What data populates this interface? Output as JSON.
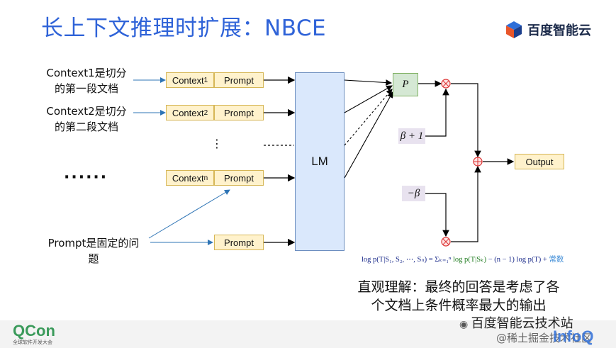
{
  "title": "长上下文推理时扩展：NBCE",
  "brand": {
    "name": "百度智能云"
  },
  "inputs": [
    {
      "label_line1": "Context1是切分",
      "label_line2": "的第一段文档",
      "context": "Context",
      "sub": "1",
      "prompt": "Prompt"
    },
    {
      "label_line1": "Context2是切分",
      "label_line2": "的第二段文档",
      "context": "Context",
      "sub": "2",
      "prompt": "Prompt"
    },
    {
      "context": "Context",
      "sub": "n",
      "prompt": "Prompt"
    }
  ],
  "vertical_dots": "⋮",
  "ellipsis": "······",
  "prompt_only": {
    "label_line1": "Prompt是固定的问",
    "label_line2": "题",
    "prompt": "Prompt"
  },
  "lm_label": "LM",
  "p_label": "P",
  "coef_top": "β + 1",
  "coef_bottom": "−β",
  "output_label": "Output",
  "formula": {
    "lhs": "log p(T|S₁, S₂, ⋯, Sₙ) = ",
    "sum": "Σₖ₌₁ⁿ",
    "term1": " log p(T|Sₖ)",
    "term2": " − (n − 1) log p(T) + ",
    "const": "常数"
  },
  "explanation_line1": "直观理解：最终的回答是考虑了各",
  "explanation_line2": "个文档上条件概率最大的输出",
  "footer": {
    "qcon": "QCon",
    "qcon_sub": "全球软件开发大会",
    "watermark1": "百度智能云技术站",
    "watermark2": "@稀土掘金技术社区",
    "infoq": "InfoQ"
  },
  "colors": {
    "title": "#2f63d8",
    "arrow_in": "#2e74b5",
    "box_fill": "#fff2cc",
    "box_border": "#d6b656",
    "lm_fill": "#dae8fc",
    "p_fill": "#d5e8d4",
    "op_circle": "#d33"
  }
}
